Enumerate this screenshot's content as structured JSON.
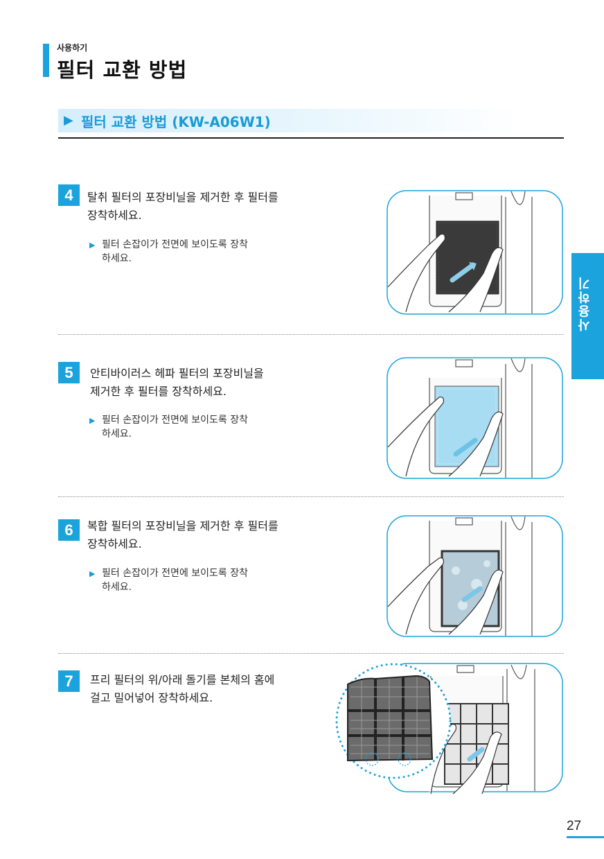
{
  "header": {
    "category": "사용하기",
    "title": "필터 교환 방법"
  },
  "section": {
    "arrow": "▶",
    "title": "필터 교환 방법 (KW-A06W1)"
  },
  "side_tab": {
    "label": "사용하기"
  },
  "steps": [
    {
      "number": "4",
      "line1": "탈취 필터의 포장비닐을 제거한 후 필터를",
      "line2": "장착하세요.",
      "sub1": "필터 손잡이가 전면에 보이도록 장착",
      "sub2": "하세요."
    },
    {
      "number": "5",
      "line1": "안티바이러스 헤파 필터의 포장비닐을",
      "line2": "제거한 후 필터를 장착하세요.",
      "sub1": "필터 손잡이가 전면에 보이도록 장착",
      "sub2": "하세요."
    },
    {
      "number": "6",
      "line1": "복합 필터의 포장비닐을 제거한 후 필터를",
      "line2": "장착하세요.",
      "sub1": "필터 손잡이가 전면에 보이도록 장착",
      "sub2": "하세요."
    },
    {
      "number": "7",
      "line1": "프리 필터의 위/아래 돌기를 본체의 홈에",
      "line2": "걸고 밀어넣어 장착하세요."
    }
  ],
  "sub_arrow": "▶",
  "colors": {
    "accent": "#1aa3dc",
    "accent_text": "#1a9bd7",
    "hepa_fill": "#a8dcf2",
    "carbon_fill": "#3a3a3a"
  },
  "page_number": "27"
}
